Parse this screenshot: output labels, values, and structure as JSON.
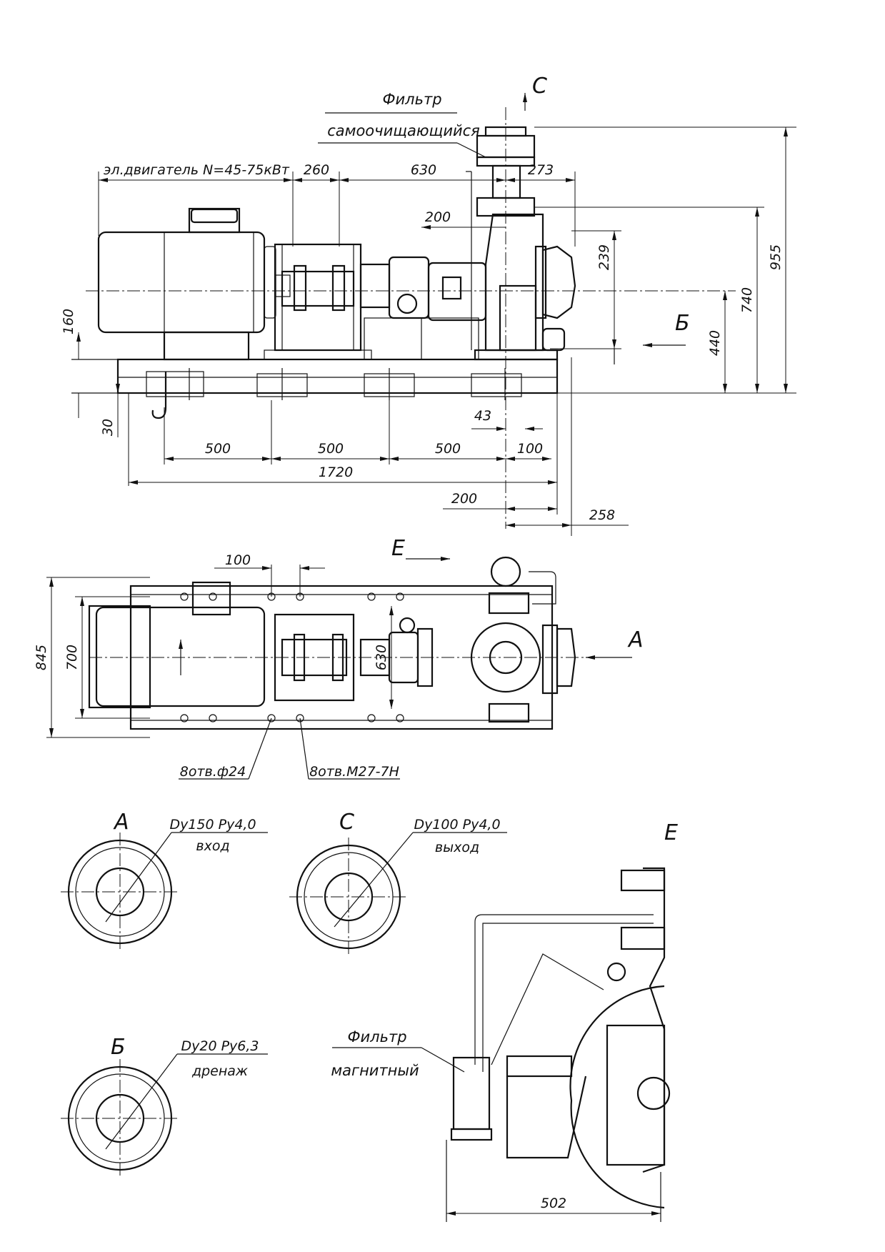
{
  "labels": {
    "filter_self_line1": "Фильтр",
    "filter_self_line2": "самоочищающийся",
    "view_c_arrow": "С",
    "motor": "эл.двигатель N=45-75кВт",
    "view_b_arrow": "Б",
    "view_a_arrow": "А",
    "view_e_arrow": "Е",
    "holes_d24": "8отв.ф24",
    "holes_m27": "8отв.М27-7Н",
    "view_a_title": "А",
    "view_c_title": "С",
    "view_b_title": "Б",
    "view_e_title": "Е",
    "flange_a_spec": "Dy150 Py4,0",
    "flange_a_name": "вход",
    "flange_c_spec": "Dy100 Py4,0",
    "flange_c_name": "выход",
    "flange_b_spec": "Dy20 Py6,3",
    "flange_b_name": "дренаж",
    "filter_mag_line1": "Фильтр",
    "filter_mag_line2": "магнитный"
  },
  "dimensions": {
    "d260": "260",
    "d630_top": "630",
    "d273": "273",
    "d200_top": "200",
    "d239": "239",
    "d955": "955",
    "d740": "740",
    "d440": "440",
    "d160": "160",
    "d30": "30",
    "d43": "43",
    "d500_a": "500",
    "d500_b": "500",
    "d500_c": "500",
    "d100_bottom": "100",
    "d1720": "1720",
    "d200_bottom": "200",
    "d258": "258",
    "d100_plan": "100",
    "d845": "845",
    "d700": "700",
    "d630_plan": "630",
    "d502": "502"
  }
}
